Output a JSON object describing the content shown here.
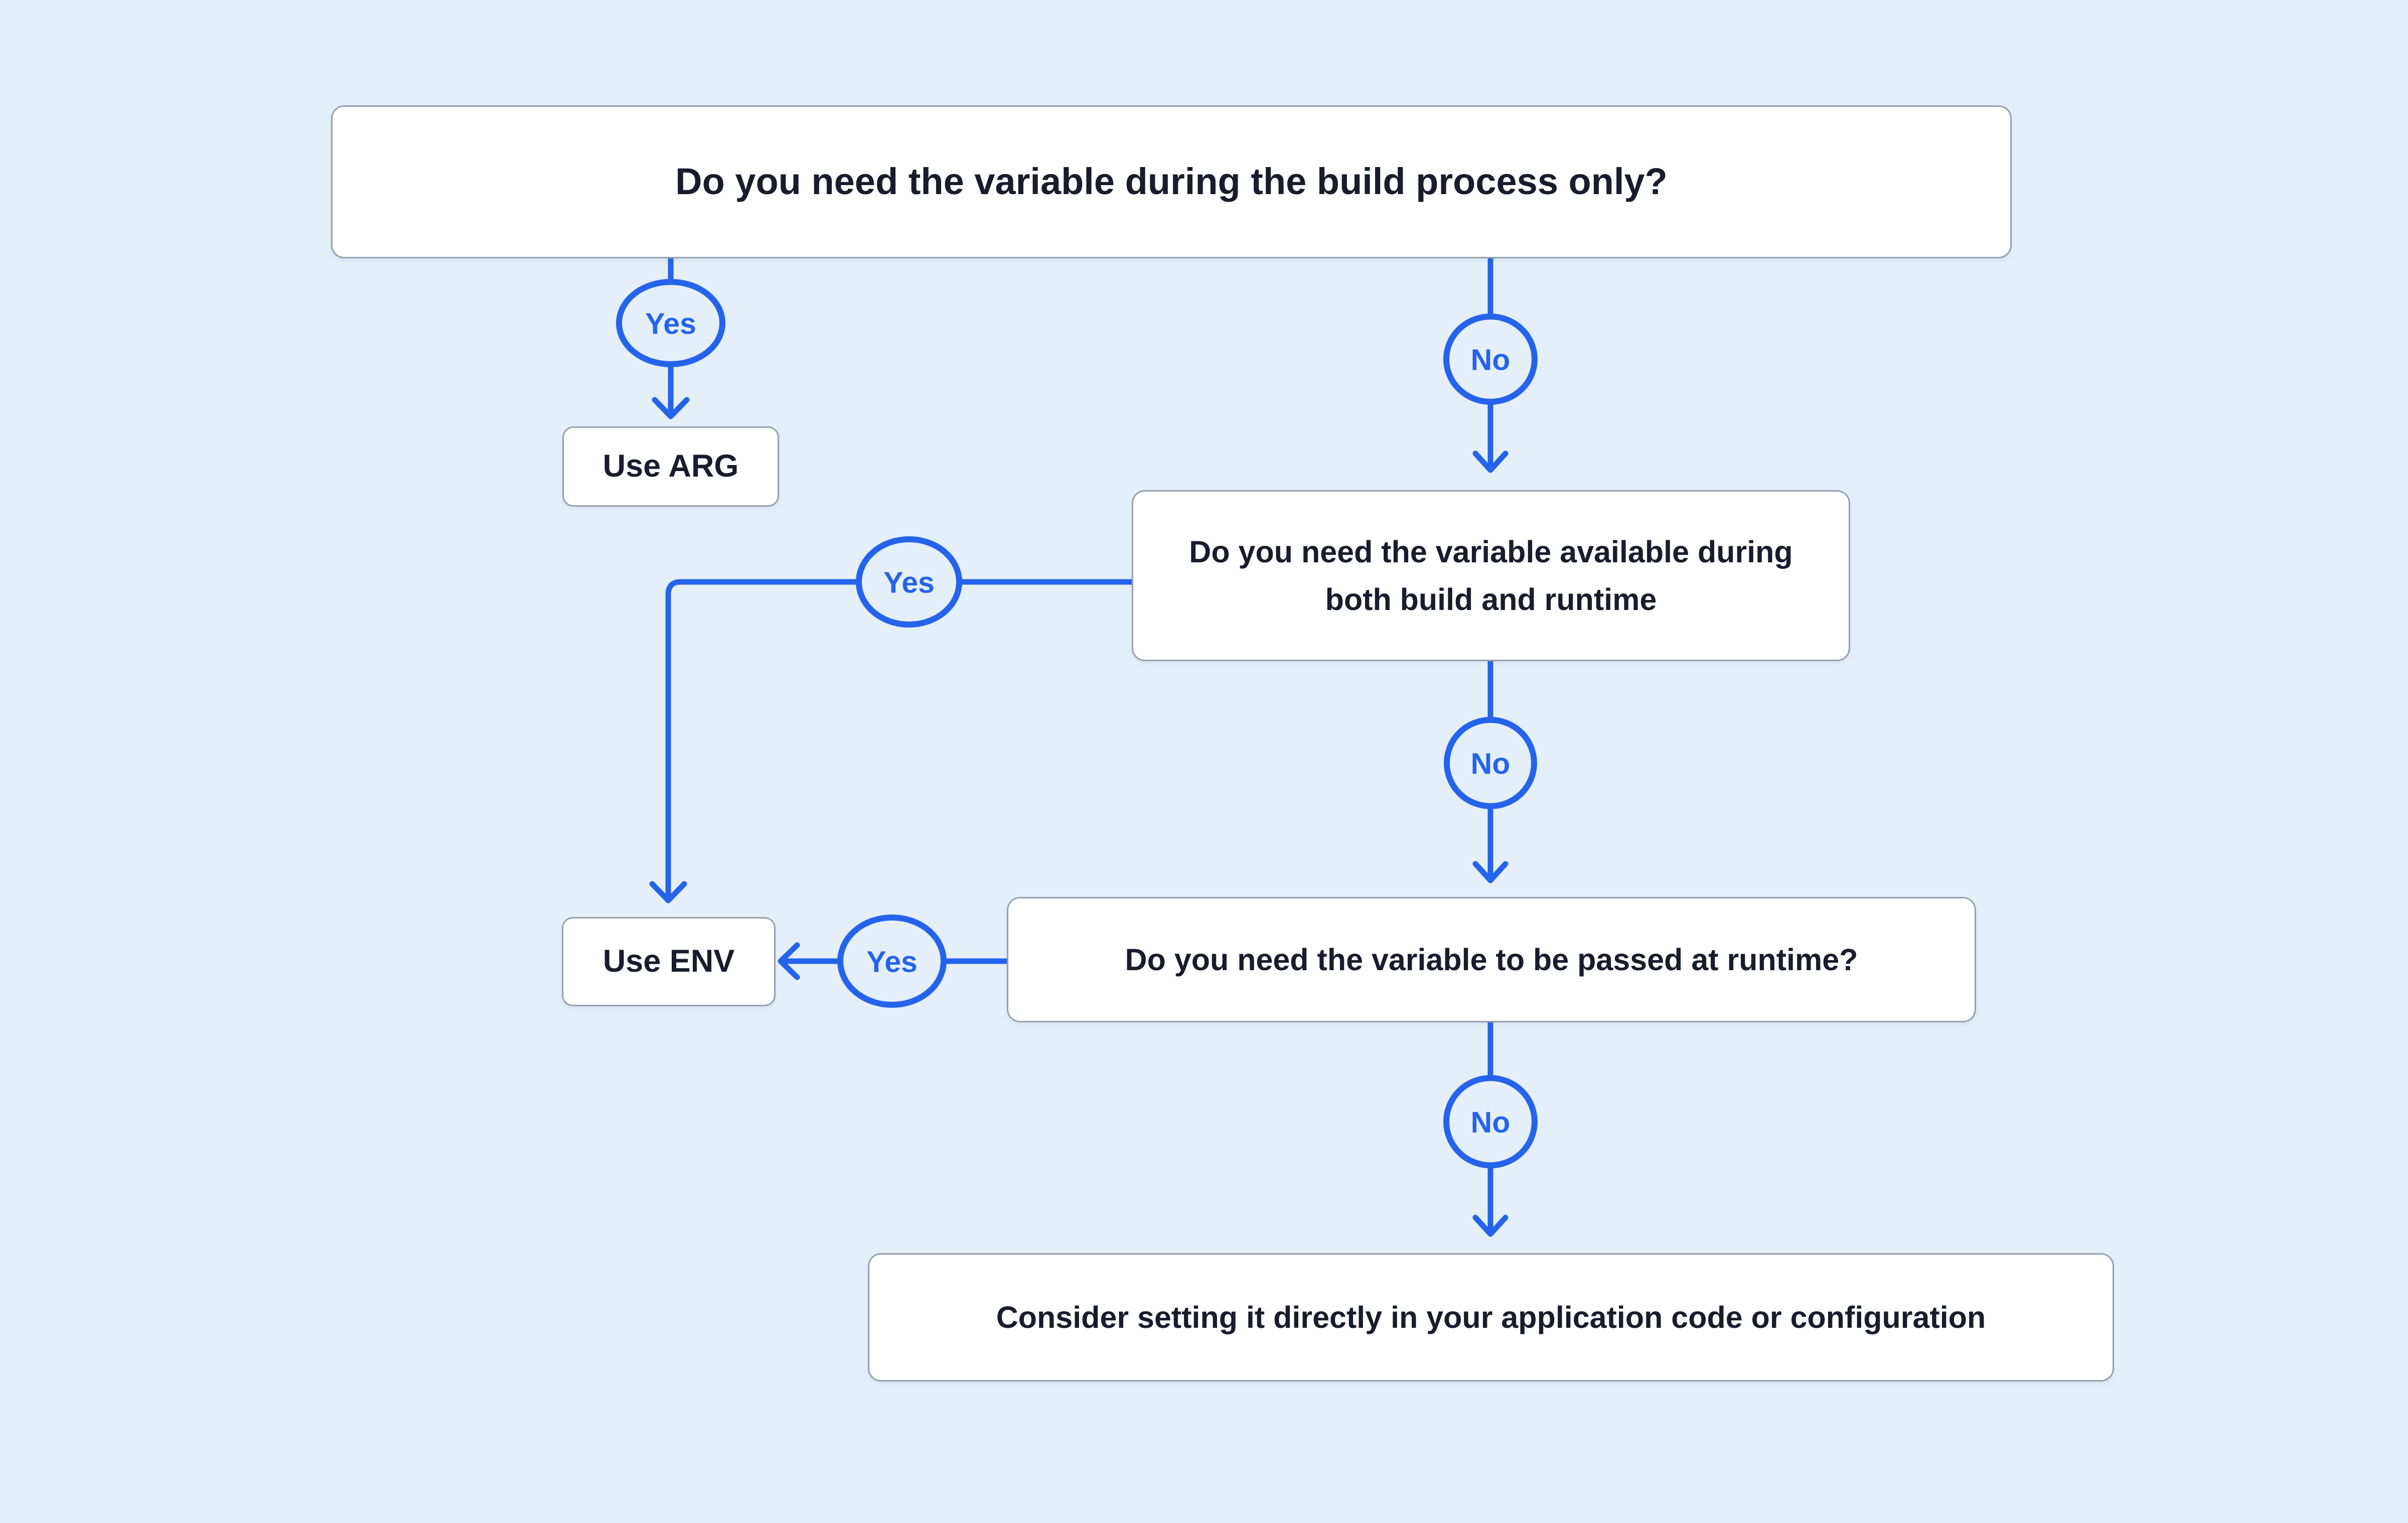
{
  "diagram": {
    "description": "Flowchart deciding between Docker ARG, ENV or application configuration",
    "background_color": "#E4EFFA",
    "accent_color": "#2563EB",
    "box_border_color": "#96A0B0",
    "box_background_color": "#FFFFFF",
    "text_color": "#181C2C"
  },
  "nodes": {
    "q1": {
      "label": "Do you need the variable during the build process only?"
    },
    "use_arg": {
      "label": "Use ARG"
    },
    "q2": {
      "label": "Do you need the variable available during both build and runtime"
    },
    "use_env": {
      "label": "Use ENV"
    },
    "q3": {
      "label": "Do you need the variable to be passed at runtime?"
    },
    "fallback": {
      "label": "Consider setting it directly in your application code or configuration"
    }
  },
  "edges": {
    "q1_yes": {
      "label": "Yes"
    },
    "q1_no": {
      "label": "No"
    },
    "q2_yes": {
      "label": "Yes"
    },
    "q2_no": {
      "label": "No"
    },
    "q3_yes": {
      "label": "Yes"
    },
    "q3_no": {
      "label": "No"
    }
  }
}
